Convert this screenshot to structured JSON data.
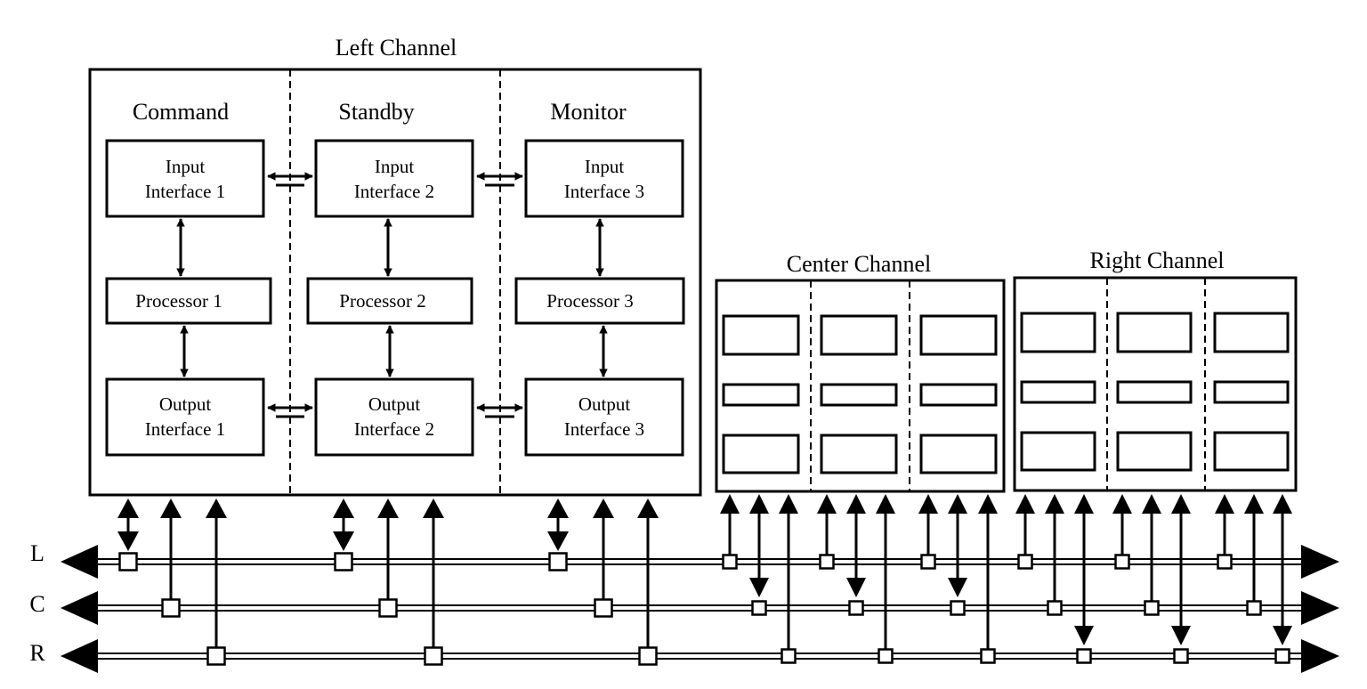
{
  "left_channel": {
    "title": "Left Channel",
    "columns": [
      {
        "heading": "Command",
        "input": [
          "Input",
          "Interface 1"
        ],
        "processor": "Processor 1",
        "output": [
          "Output",
          "Interface 1"
        ]
      },
      {
        "heading": "Standby",
        "input": [
          "Input",
          "Interface 2"
        ],
        "processor": "Processor 2",
        "output": [
          "Output",
          "Interface 2"
        ]
      },
      {
        "heading": "Monitor",
        "input": [
          "Input",
          "Interface 3"
        ],
        "processor": "Processor 3",
        "output": [
          "Output",
          "Interface 3"
        ]
      }
    ]
  },
  "center_channel": {
    "title": "Center Channel"
  },
  "right_channel": {
    "title": "Right Channel"
  },
  "buses": [
    {
      "label": "L"
    },
    {
      "label": "C"
    },
    {
      "label": "R"
    }
  ]
}
